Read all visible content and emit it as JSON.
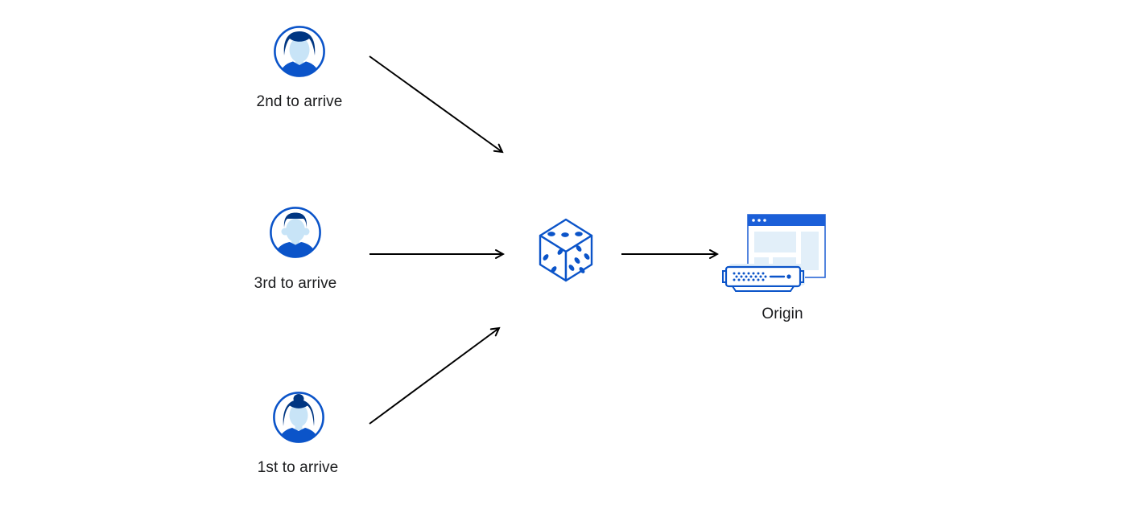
{
  "diagram": {
    "nodes": [
      {
        "id": "visitor-2nd",
        "type": "user-avatar",
        "icon": "user-avatar-man-swept-hair-icon",
        "label": "2nd to arrive"
      },
      {
        "id": "visitor-3rd",
        "type": "user-avatar",
        "icon": "user-avatar-man-flat-top-icon",
        "label": "3rd to arrive"
      },
      {
        "id": "visitor-1st",
        "type": "user-avatar",
        "icon": "user-avatar-woman-bun-icon",
        "label": "1st to arrive"
      },
      {
        "id": "random-dice",
        "type": "dice",
        "icon": "dice-icon",
        "label": ""
      },
      {
        "id": "origin",
        "type": "origin-server",
        "icon": "origin-server-browser-icon",
        "label": "Origin"
      }
    ],
    "edges": [
      {
        "from": "visitor-2nd",
        "to": "random-dice"
      },
      {
        "from": "visitor-3rd",
        "to": "random-dice"
      },
      {
        "from": "visitor-1st",
        "to": "random-dice"
      },
      {
        "from": "random-dice",
        "to": "origin"
      }
    ],
    "colors": {
      "primary_blue": "#0b54c9",
      "titlebar_blue": "#1b5fd8",
      "dark_navy_hair": "#003682",
      "face_light_blue": "#c8e4f7",
      "pale_block_blue": "#e2eff9",
      "arrow_black": "#000000",
      "label_text": "#1b1c1e",
      "background": "#ffffff"
    }
  }
}
